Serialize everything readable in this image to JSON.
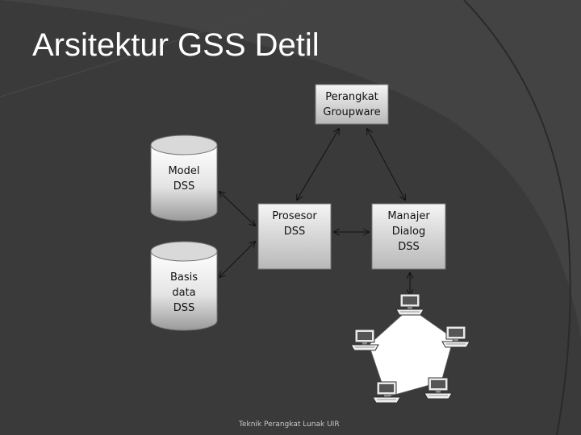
{
  "slide": {
    "title": "Arsitektur GSS Detil",
    "footer": "Teknik Perangkat Lunak UIR"
  },
  "diagram": {
    "groupware": {
      "line1": "Perangkat",
      "line2": "Groupware"
    },
    "model_dss": {
      "line1": "Model",
      "line2": "DSS"
    },
    "basis_data_dss": {
      "line1": "Basis",
      "line2": "data",
      "line3": "DSS"
    },
    "prosesor_dss": {
      "line1": "Prosesor",
      "line2": "DSS"
    },
    "manajer_dialog_dss": {
      "line1": "Manajer",
      "line2": "Dialog",
      "line3": "DSS"
    },
    "network": {
      "computers": 5,
      "icon": "computer-icon",
      "shape": "pentagon"
    }
  },
  "colors": {
    "background": "#3a3a3a",
    "arc": "#4a4a4a",
    "title": "#ffffff",
    "box_light": "#f2f2f2",
    "box_dark": "#bdbdbd",
    "arrow": "#111111"
  }
}
